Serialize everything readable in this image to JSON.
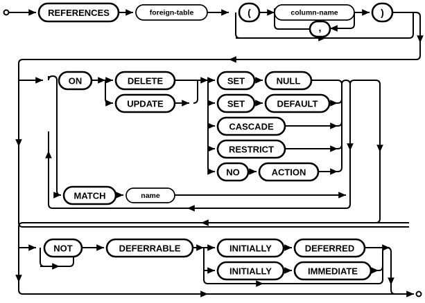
{
  "diagram": {
    "kind": "railroad-syntax-diagram",
    "title": "REFERENCES foreign-key clause syntax diagram",
    "stroke_color": "#000000",
    "background_color": "#ffffff",
    "start_marker": "circle",
    "end_marker": "circle",
    "sections": [
      {
        "name": "references-clause",
        "nodes": [
          {
            "id": "references",
            "label": "REFERENCES",
            "type": "terminal"
          },
          {
            "id": "foreign-table",
            "label": "foreign-table",
            "type": "nonterminal"
          },
          {
            "id": "lparen",
            "label": "(",
            "type": "terminal"
          },
          {
            "id": "column-name",
            "label": "column-name",
            "type": "nonterminal"
          },
          {
            "id": "comma",
            "label": ",",
            "type": "terminal"
          },
          {
            "id": "rparen",
            "label": ")",
            "type": "terminal"
          }
        ]
      },
      {
        "name": "on-action-and-match-clause",
        "nodes": [
          {
            "id": "on",
            "label": "ON",
            "type": "terminal"
          },
          {
            "id": "delete",
            "label": "DELETE",
            "type": "terminal"
          },
          {
            "id": "update",
            "label": "UPDATE",
            "type": "terminal"
          },
          {
            "id": "set-null-set",
            "label": "SET",
            "type": "terminal"
          },
          {
            "id": "set-null-null",
            "label": "NULL",
            "type": "terminal"
          },
          {
            "id": "set-default-set",
            "label": "SET",
            "type": "terminal"
          },
          {
            "id": "set-default-def",
            "label": "DEFAULT",
            "type": "terminal"
          },
          {
            "id": "cascade",
            "label": "CASCADE",
            "type": "terminal"
          },
          {
            "id": "restrict",
            "label": "RESTRICT",
            "type": "terminal"
          },
          {
            "id": "no",
            "label": "NO",
            "type": "terminal"
          },
          {
            "id": "action",
            "label": "ACTION",
            "type": "terminal"
          },
          {
            "id": "match",
            "label": "MATCH",
            "type": "terminal"
          },
          {
            "id": "name",
            "label": "name",
            "type": "nonterminal"
          }
        ]
      },
      {
        "name": "deferrable-clause",
        "nodes": [
          {
            "id": "not",
            "label": "NOT",
            "type": "terminal"
          },
          {
            "id": "deferrable",
            "label": "DEFERRABLE",
            "type": "terminal"
          },
          {
            "id": "init-deferred-initially",
            "label": "INITIALLY",
            "type": "terminal"
          },
          {
            "id": "init-deferred-deferred",
            "label": "DEFERRED",
            "type": "terminal"
          },
          {
            "id": "init-immediate-initially",
            "label": "INITIALLY",
            "type": "terminal"
          },
          {
            "id": "init-immediate-immediate",
            "label": "IMMEDIATE",
            "type": "terminal"
          }
        ]
      }
    ]
  }
}
